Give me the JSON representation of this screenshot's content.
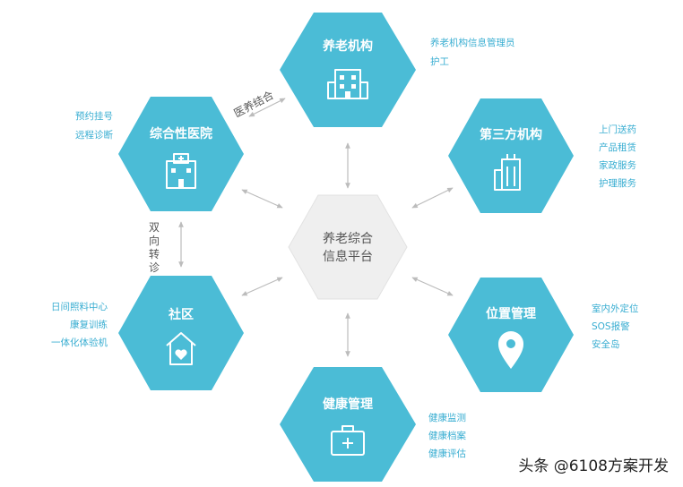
{
  "center": {
    "line1": "养老综合",
    "line2": "信息平台"
  },
  "nodes": {
    "eldercare": {
      "title": "养老机构",
      "labels": [
        "养老机构信息管理员",
        "护工"
      ],
      "icon": "building-icon"
    },
    "hospital": {
      "title": "综合性医院",
      "labels": [
        "预约挂号",
        "远程诊断"
      ],
      "icon": "hospital-icon"
    },
    "thirdparty": {
      "title": "第三方机构",
      "labels": [
        "上门送药",
        "产品租赁",
        "家政服务",
        "护理服务"
      ],
      "icon": "skyscraper-icon"
    },
    "community": {
      "title": "社区",
      "labels": [
        "日间照料中心",
        "康复训练",
        "一体化体验机"
      ],
      "icon": "home-heart-icon"
    },
    "location": {
      "title": "位置管理",
      "labels": [
        "室内外定位",
        "SOS报警",
        "安全岛"
      ],
      "icon": "location-pin-icon"
    },
    "health": {
      "title": "健康管理",
      "labels": [
        "健康监测",
        "健康档案",
        "健康评估"
      ],
      "icon": "medical-kit-icon"
    }
  },
  "connectors": {
    "medical_care": "医养结合",
    "referral": [
      "双",
      "向",
      "转",
      "诊"
    ]
  },
  "colors": {
    "hex_fill": "#4bbcd6",
    "center_fill": "#efefef",
    "label": "#3aaed2",
    "arrow": "#bcbcbc"
  },
  "watermark": "头条 @6108方案开发"
}
